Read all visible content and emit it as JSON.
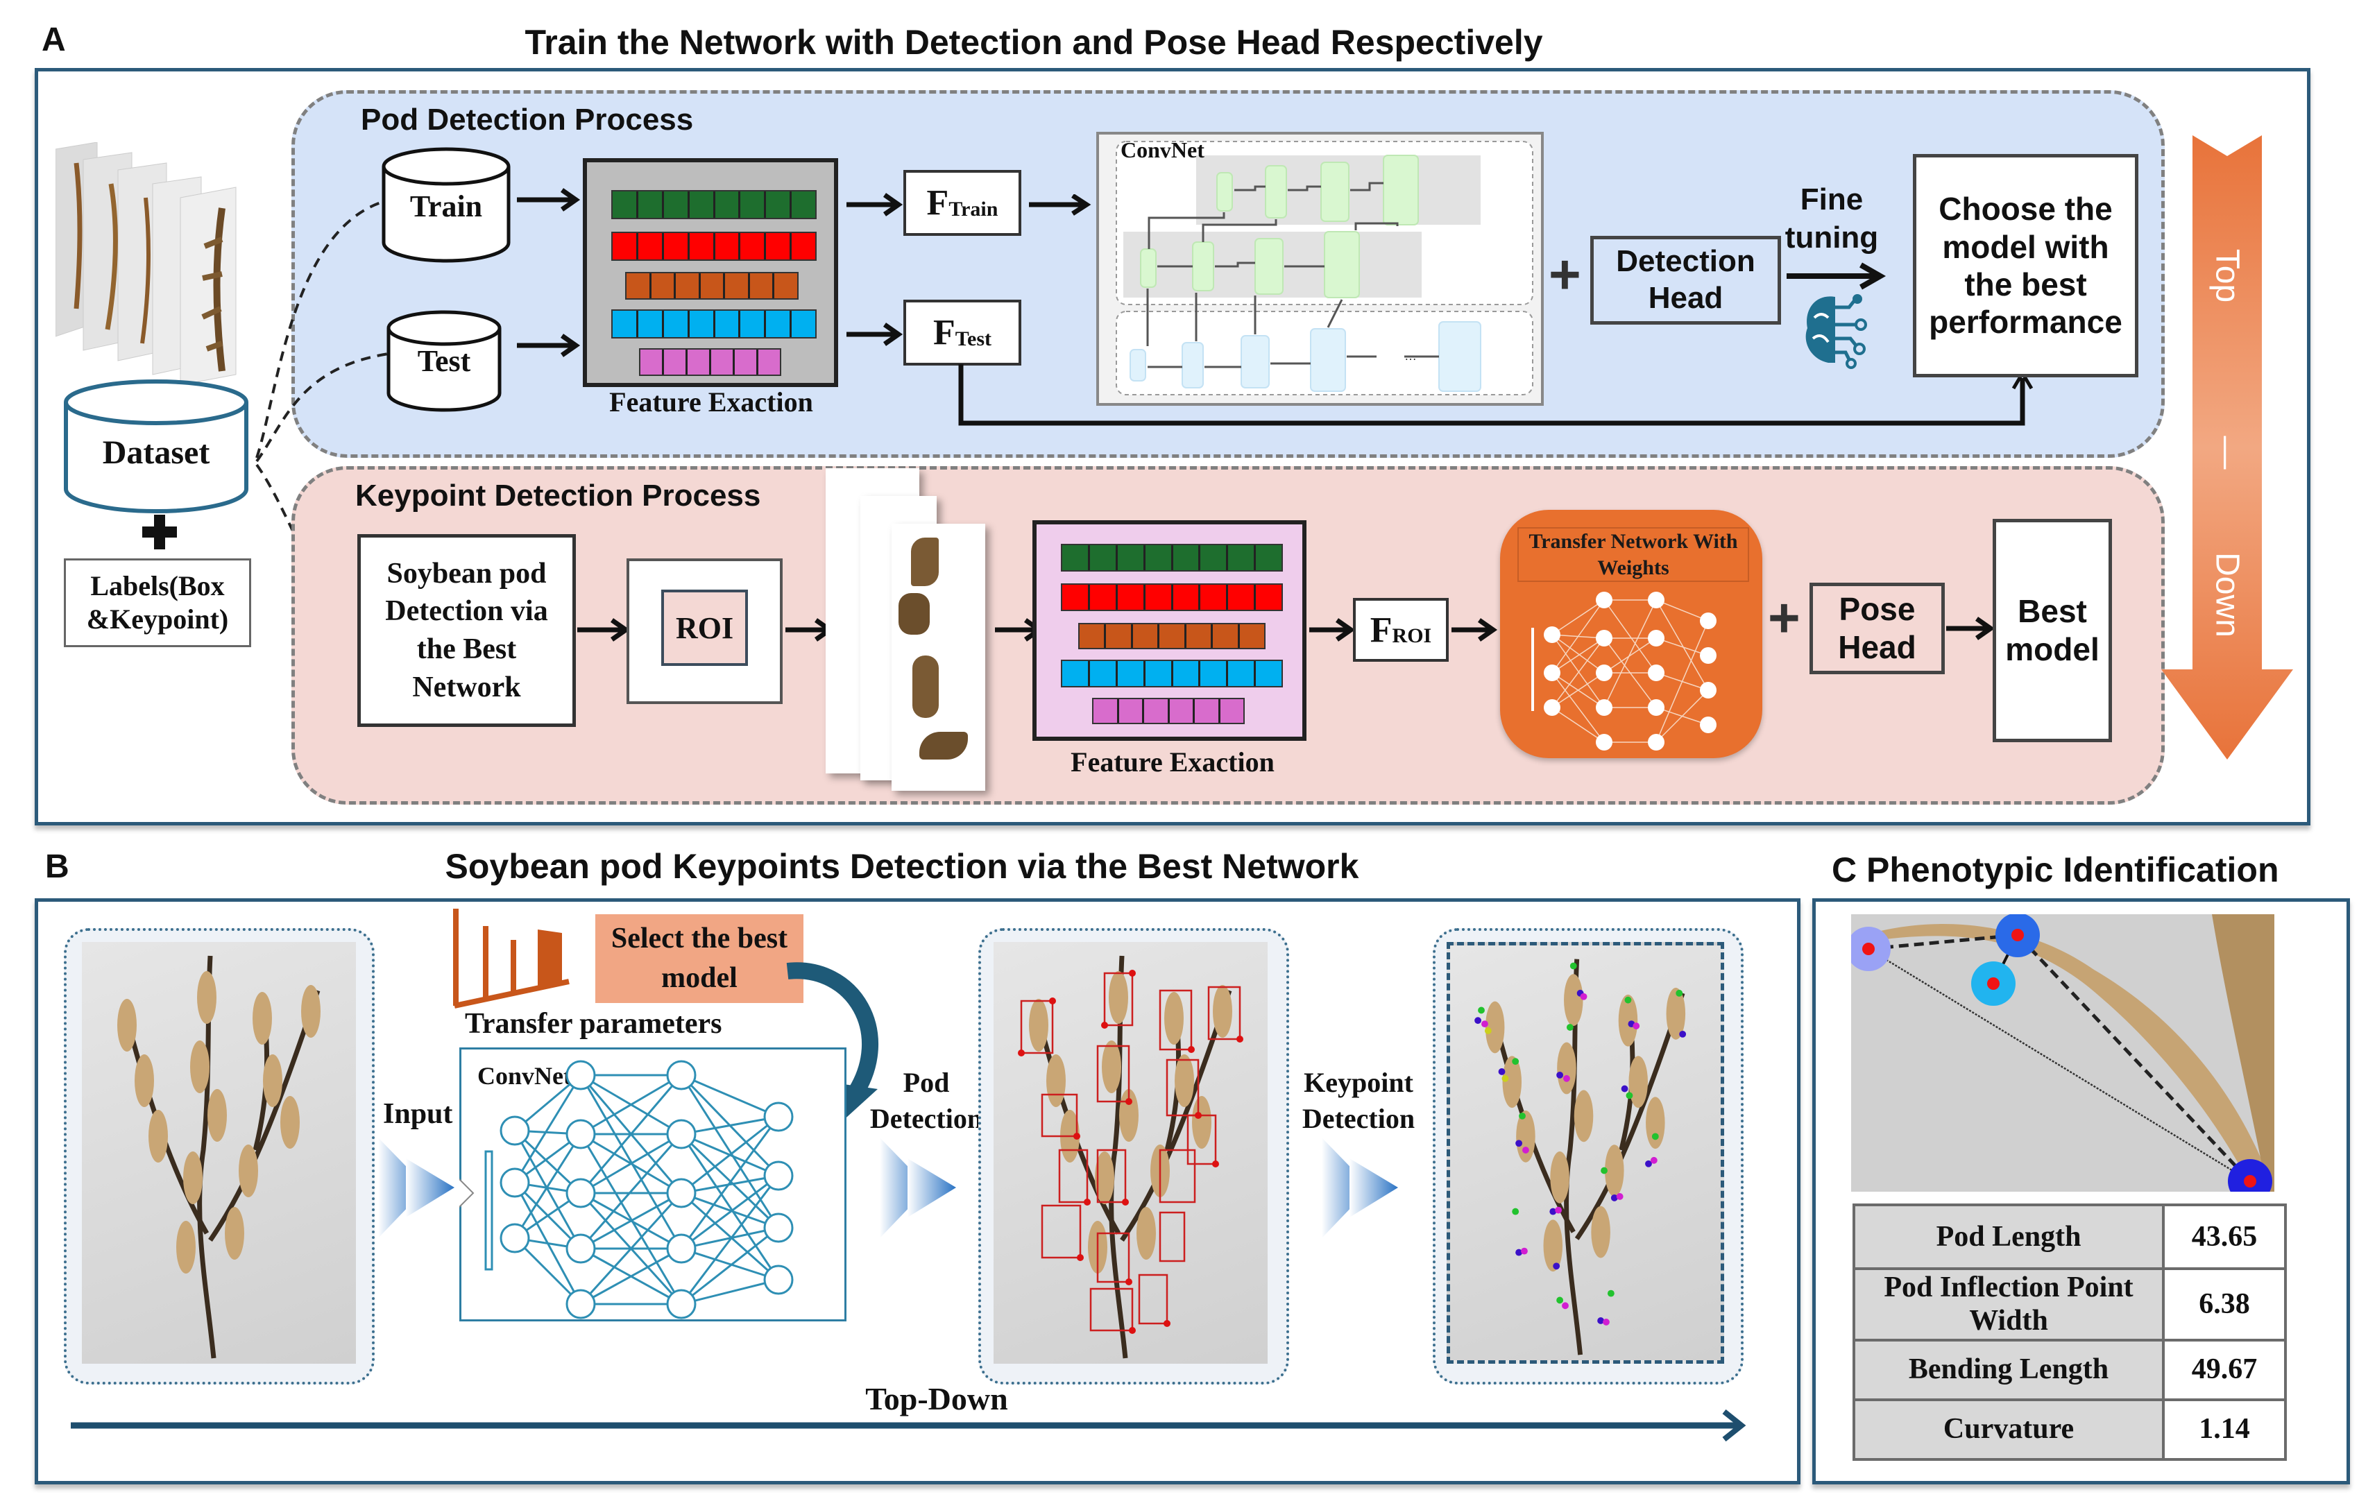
{
  "panel_a": {
    "letter": "A",
    "title": "Train the Network  with Detection and Pose Head Respectively",
    "dataset": {
      "label": "Dataset",
      "labels_box": "Labels(Box &Keypoint)"
    },
    "pod_detection": {
      "title": "Pod Detection Process",
      "train": "Train",
      "test": "Test",
      "feature_label": "Feature Exaction",
      "f_train_main": "F",
      "f_train_sub": "Train",
      "f_test_main": "F",
      "f_test_sub": "Test",
      "convnet_label": "ConvNet",
      "plus": "+",
      "detection_head": "Detection Head",
      "fine_tuning": "Fine tuning",
      "choose_box": "Choose the model with the best performance"
    },
    "keypoint_detection": {
      "title": "Keypoint Detection Process",
      "soybean_box": "Soybean pod Detection via the Best Network",
      "roi": "ROI",
      "feature_label": "Feature Exaction",
      "f_roi_main": "F",
      "f_roi_sub": "ROI",
      "transfer_network": "Transfer Network With Weights",
      "plus": "+",
      "pose_head": "Pose Head",
      "best_model": "Best model"
    },
    "side_arrow": {
      "top": "Top",
      "dash": "—",
      "down": "Down"
    },
    "feature_colors": [
      "#1e6e2e",
      "#ff0000",
      "#c8561a",
      "#00b0f0",
      "#d86ccc"
    ],
    "feature_cells": [
      8,
      8,
      7,
      8,
      6
    ]
  },
  "panel_b": {
    "letter": "B",
    "title": "Soybean pod Keypoints Detection via the Best Network",
    "input_label": "Input",
    "transfer_params": "Transfer parameters",
    "select_best": "Select the best model",
    "convnet_label": "ConvNet",
    "pod_detection_label": "Pod Detection",
    "keypoint_detection_label": "Keypoint Detection",
    "flow_label": "Top-Down"
  },
  "panel_c": {
    "title": "C Phenotypic Identification",
    "table": [
      {
        "label": "Pod Length",
        "value": "43.65"
      },
      {
        "label": "Pod Inflection Point Width",
        "value": "6.38"
      },
      {
        "label": "Bending Length",
        "value": "49.67"
      },
      {
        "label": "Curvature",
        "value": "1.14"
      }
    ]
  },
  "colors": {
    "frame": "#2c5a7a",
    "pod_region": "#d5e3f8",
    "keypoint_region": "#f4d8d4",
    "orange": "#e87533",
    "teal": "#1f7aa0"
  }
}
